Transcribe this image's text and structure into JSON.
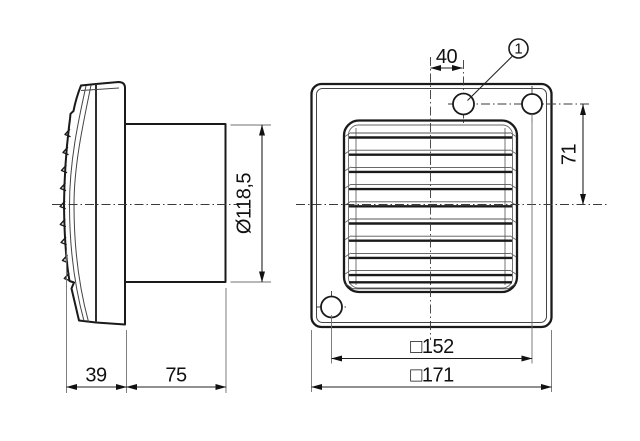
{
  "drawing": {
    "background": "#ffffff",
    "line_color": "#1a1a1a",
    "callout": {
      "label": "1"
    },
    "dimensions": {
      "hole_offset_x": "40",
      "hole_offset_y": "71",
      "duct_diameter": "Ø118,5",
      "mounting_square": "□152",
      "cover_square": "□171",
      "cover_depth": "39",
      "duct_length": "75"
    }
  }
}
